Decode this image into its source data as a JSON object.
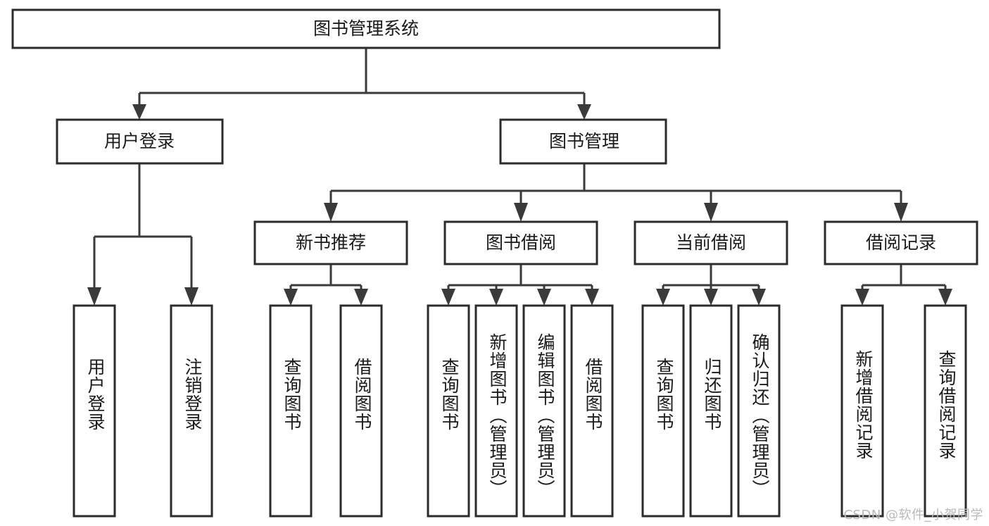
{
  "diagram": {
    "title": "图书管理系统",
    "type": "tree-hierarchy-chart",
    "root": {
      "label": "图书管理系统"
    },
    "level1": [
      {
        "label": "用户登录"
      },
      {
        "label": "图书管理"
      }
    ],
    "level2": [
      {
        "label": "新书推荐"
      },
      {
        "label": "图书借阅"
      },
      {
        "label": "当前借阅"
      },
      {
        "label": "借阅记录"
      }
    ],
    "leaves": {
      "user_login": [
        {
          "label": "用户登录"
        },
        {
          "label": "注销登录"
        }
      ],
      "new_book_recommend": [
        {
          "label": "查询图书"
        },
        {
          "label": "借阅图书"
        }
      ],
      "book_borrow": [
        {
          "label": "查询图书"
        },
        {
          "label": "新增图书（管理员）"
        },
        {
          "label": "编辑图书（管理员）"
        },
        {
          "label": "借阅图书"
        }
      ],
      "current_borrow": [
        {
          "label": "查询图书"
        },
        {
          "label": "归还图书"
        },
        {
          "label": "确认归还（管理员）"
        }
      ],
      "borrow_record": [
        {
          "label": "新增借阅记录"
        },
        {
          "label": "查询借阅记录"
        }
      ]
    }
  },
  "watermark": {
    "text": "CSDN @软件_小贺同学"
  },
  "colors": {
    "box_border": "#2b2b2b",
    "connector": "#3a3a3a",
    "text": "#1a1a1a",
    "background": "#ffffff",
    "watermark": "#b9b9b9"
  }
}
